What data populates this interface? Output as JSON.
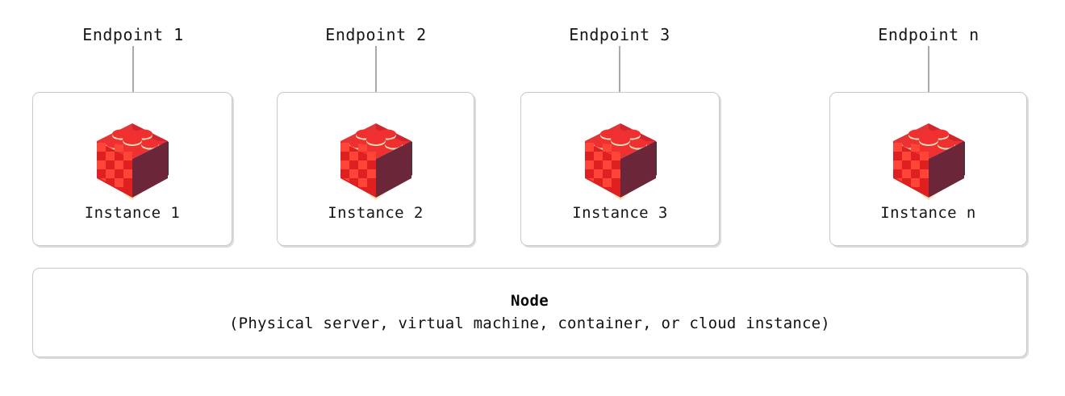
{
  "diagram": {
    "title": "Redis node with multiple instances and endpoints",
    "colors": {
      "box_border": "#c9c9c9",
      "connector": "#a9a9a9",
      "text": "#161616",
      "cube_left_light": "#ff4438",
      "cube_left_dark": "#e02020",
      "cube_right_face": "#6b2639",
      "cube_right_edge": "#3a3a3a",
      "cube_top_red": "#f03030",
      "cube_top_cream": "#f5e3b8",
      "cube_top_dark": "#5c1f2e",
      "background": "#ffffff"
    },
    "endpoints": [
      {
        "label": "Endpoint 1"
      },
      {
        "label": "Endpoint 2"
      },
      {
        "label": "Endpoint 3"
      },
      {
        "label": "Endpoint n"
      }
    ],
    "instances": [
      {
        "label": "Instance 1",
        "icon": "redis-cube-icon"
      },
      {
        "label": "Instance 2",
        "icon": "redis-cube-icon"
      },
      {
        "label": "Instance 3",
        "icon": "redis-cube-icon"
      },
      {
        "label": "Instance n",
        "icon": "redis-cube-icon"
      }
    ],
    "node": {
      "title": "Node",
      "subtitle": "(Physical server, virtual machine, container, or cloud instance)"
    }
  }
}
